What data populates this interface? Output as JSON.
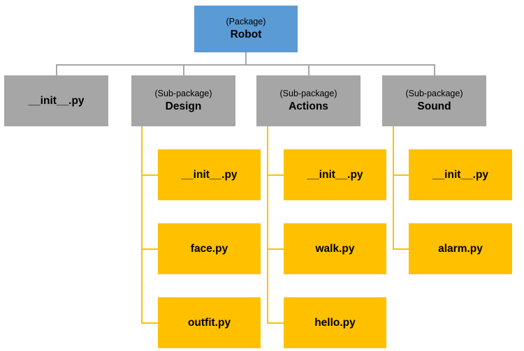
{
  "diagram": {
    "root": {
      "type_label": "(Package)",
      "name": "Robot"
    },
    "level1": [
      {
        "name": "__init__.py"
      },
      {
        "type_label": "(Sub-package)",
        "name": "Design"
      },
      {
        "type_label": "(Sub-package)",
        "name": "Actions"
      },
      {
        "type_label": "(Sub-package)",
        "name": "Sound"
      }
    ],
    "files": {
      "design": [
        "__init__.py",
        "face.py",
        "outfit.py"
      ],
      "actions": [
        "__init__.py",
        "walk.py",
        "hello.py"
      ],
      "sound": [
        "__init__.py",
        "alarm.py"
      ]
    },
    "colors": {
      "package_fill": "#5b9bd5",
      "subpackage_fill": "#a6a6a6",
      "file_fill": "#ffc000",
      "connector_gray": "#a6a6a6",
      "connector_yellow": "#ffc000",
      "text": "#000000",
      "background": "#ffffff"
    }
  }
}
